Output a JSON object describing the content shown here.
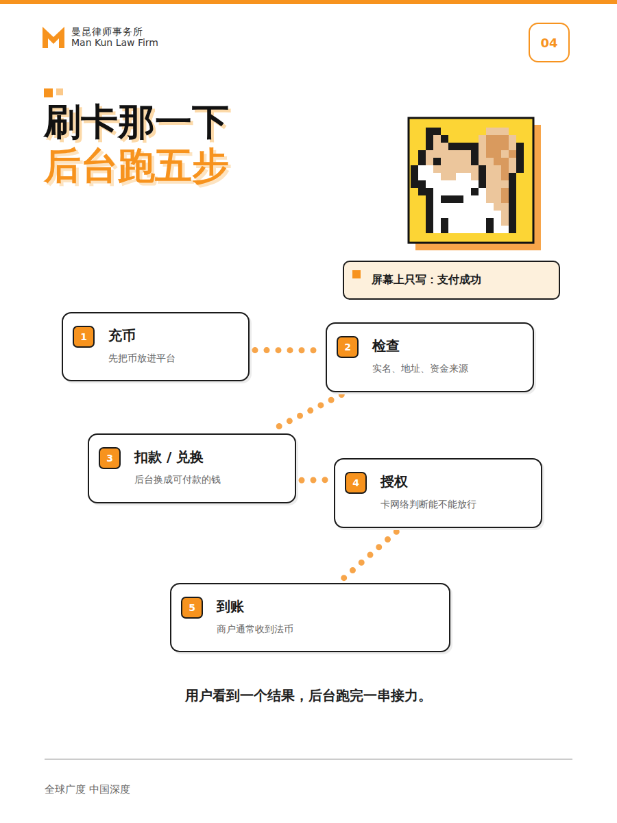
{
  "diagram": {
    "title": "刷卡那一下",
    "caption": "用户看到一个结果，后台跑完一串接力。",
    "nodes": [
      {
        "text": [
          "04"
        ]
      },
      {
        "text": [
          "屏幕上只写：支付成功"
        ]
      },
      {
        "text": [
          "充币",
          "先把币放进平台"
        ]
      },
      {
        "text": [
          "1"
        ],
        "in": 2
      },
      {
        "text": [
          "检查",
          "实名、地址、资金来源"
        ]
      },
      {
        "text": [
          "2"
        ],
        "in": 4
      },
      {
        "text": [
          "扣款 / 兑换",
          "后台换成可付款的钱"
        ]
      },
      {
        "text": [
          "3"
        ],
        "in": 6
      },
      {
        "text": [
          "授权",
          "卡网络判断能不能放行"
        ]
      },
      {
        "text": [
          "4"
        ],
        "in": 8
      },
      {
        "text": [
          "到账",
          "商户通常收到法币"
        ]
      },
      {
        "text": [
          "5"
        ],
        "in": 10
      }
    ],
    "edges": [
      {
        "from": 2,
        "to": 4,
        "arrow": "none"
      },
      {
        "from": 4,
        "to": 6,
        "arrow": "none"
      },
      {
        "from": 6,
        "to": 8,
        "arrow": "none"
      },
      {
        "from": 8,
        "to": 10,
        "arrow": "none"
      }
    ],
    "labels": [
      "曼昆律师事务所",
      "Man Kun Law Firm",
      "后台跑五步",
      "全球广度 中国深度"
    ]
  }
}
